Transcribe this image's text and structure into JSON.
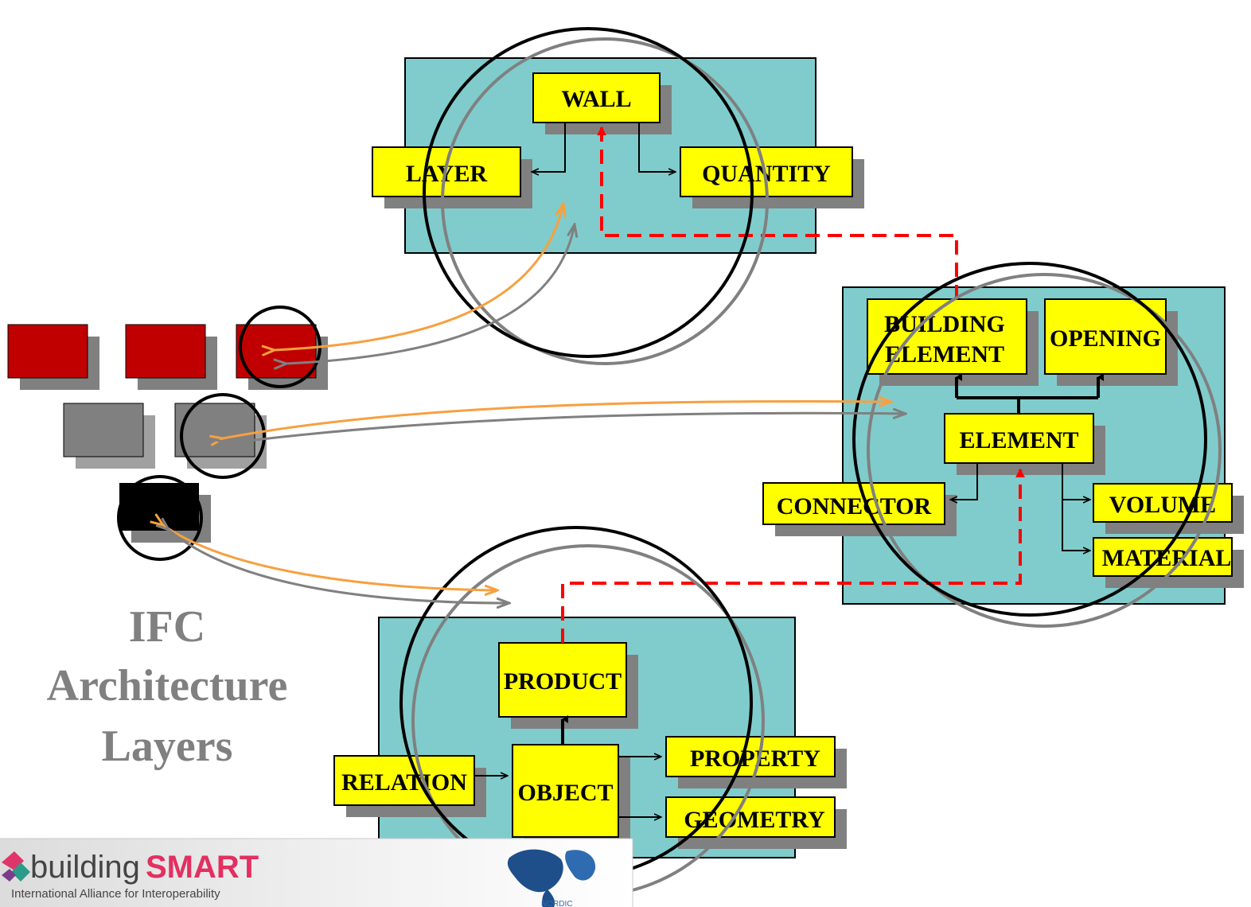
{
  "title": {
    "line1": "IFC",
    "line2": "Architecture",
    "line3": "Layers"
  },
  "colors": {
    "panel": "#80cccc",
    "box": "#ffff00",
    "shadow": "#808080",
    "red_block": "#c00000",
    "gray_block": "#808080",
    "black_block": "#000000",
    "orange_arrow": "#f7a040",
    "gray_arrow": "#808080",
    "dashed_link": "#ff0000",
    "title_text": "#808080"
  },
  "groups": {
    "wall": {
      "wall": "WALL",
      "layer": "LAYER",
      "quantity": "QUANTITY"
    },
    "element": {
      "building_element_1": "BUILDING",
      "building_element_2": "ELEMENT",
      "opening": "OPENING",
      "element": "ELEMENT",
      "connector": "CONNECTOR",
      "volume": "VOLUME",
      "material": "MATERIAL"
    },
    "kernel": {
      "product": "PRODUCT",
      "relation": "RELATION",
      "object": "OBJECT",
      "property": "PROPERTY",
      "geometry": "GEOMETRY"
    }
  },
  "footer": {
    "logo_word_1": "building",
    "logo_word_2": "SMART",
    "logo_tagline": "International Alliance for Interoperability",
    "chapter_label": "NORDIC"
  }
}
